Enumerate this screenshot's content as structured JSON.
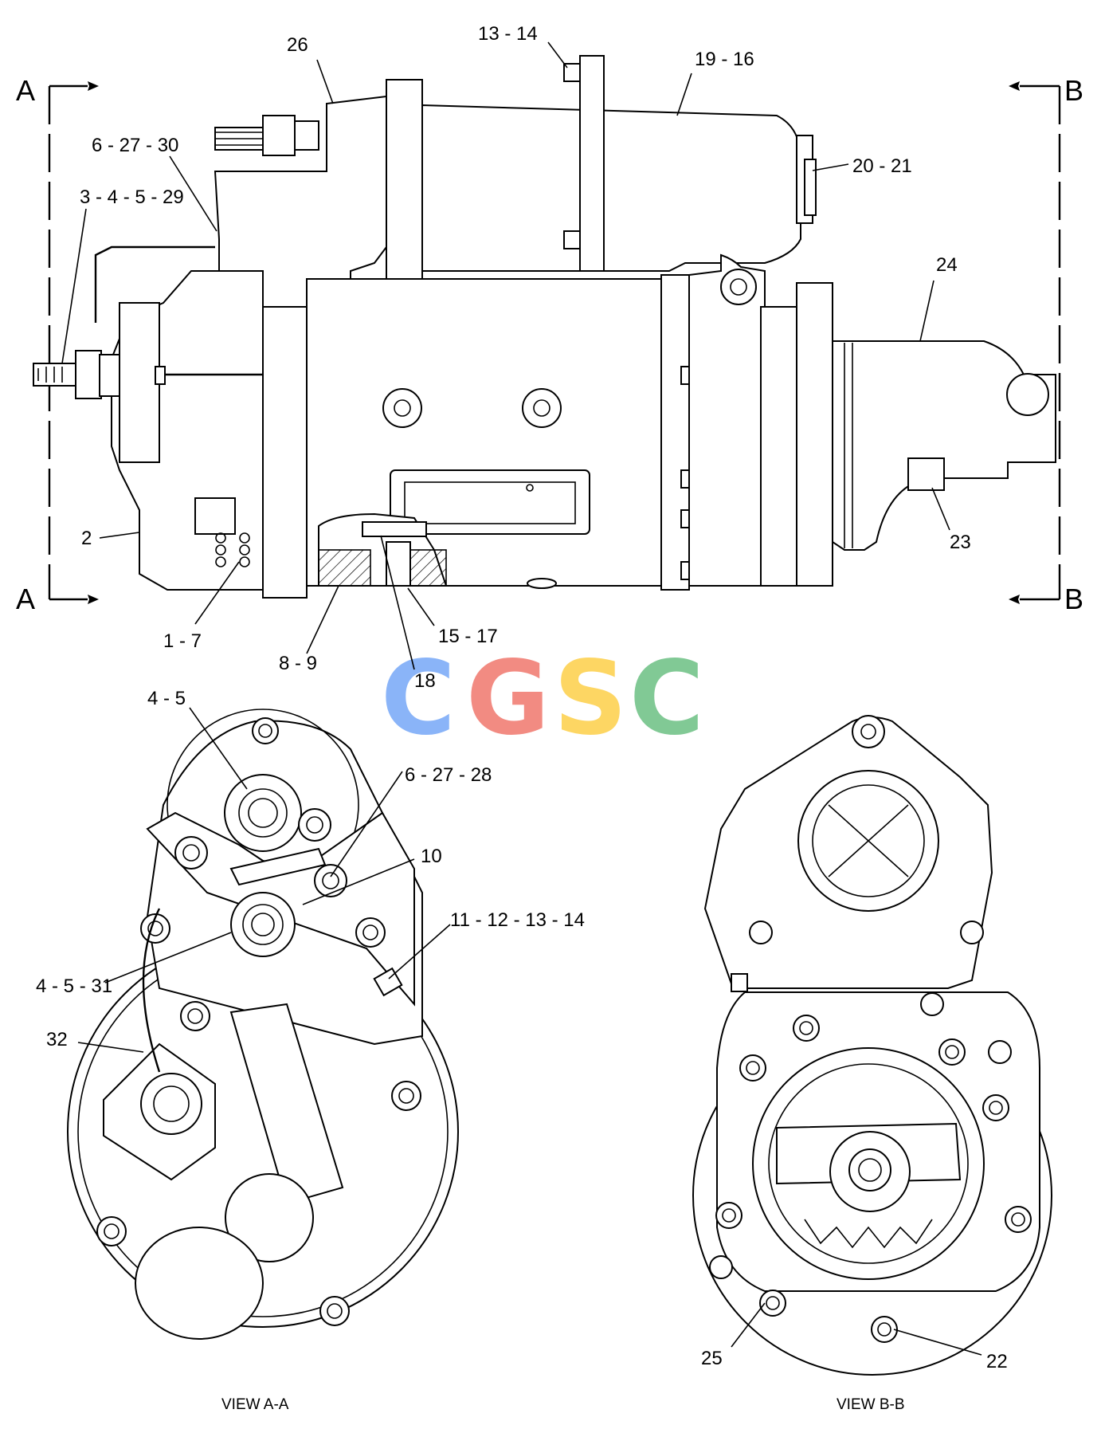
{
  "watermark": {
    "letters": [
      "C",
      "G",
      "S",
      "C"
    ],
    "colors": [
      "#8AB4F8",
      "#F28B82",
      "#FDD663",
      "#81C995"
    ]
  },
  "section_marks": {
    "a_top": "A",
    "a_bottom": "A",
    "b_top": "B",
    "b_bottom": "B"
  },
  "callouts": {
    "c26": "26",
    "c13_14": "13 - 14",
    "c19_16": "19 - 16",
    "c6_27_30": "6 - 27 - 30",
    "c3_4_5_29": "3 - 4 - 5 - 29",
    "c20_21": "20 - 21",
    "c24": "24",
    "c23": "23",
    "c2": "2",
    "c1_7": "1 - 7",
    "c8_9": "8 - 9",
    "c15_17": "15 - 17",
    "c18": "18",
    "c4_5": "4 - 5",
    "c6_27_28": "6 - 27 - 28",
    "c10": "10",
    "c11_12_13_14": "11 - 12 - 13 - 14",
    "c4_5_31": "4 - 5 - 31",
    "c32": "32",
    "c25": "25",
    "c22": "22"
  },
  "views": {
    "view_a": "VIEW A-A",
    "view_b": "VIEW B-B"
  }
}
